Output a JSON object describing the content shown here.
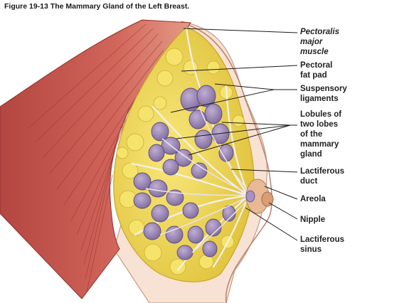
{
  "figure": {
    "title": "Figure 19-13  The Mammary Gland of the Left Breast."
  },
  "labels": {
    "pectoralis": [
      "Pectoralis",
      "major",
      "muscle"
    ],
    "fat_pad": [
      "Pectoral",
      "fat pad"
    ],
    "suspensory": [
      "Suspensory",
      "ligaments"
    ],
    "lobules": [
      "Lobules of",
      "two lobes",
      "of the",
      "mammary",
      "gland"
    ],
    "lactiferous_duct": [
      "Lactiferous",
      "duct"
    ],
    "areola": [
      "Areola"
    ],
    "nipple": [
      "Nipple"
    ],
    "lactiferous_sinus": [
      "Lactiferous",
      "sinus"
    ]
  },
  "colors": {
    "muscle": "#c8574f",
    "muscle_light": "#e08f7c",
    "fat": "#f0dc5a",
    "fat_dark": "#d7b93a",
    "lobule": "#9b86b3",
    "lobule_dark": "#6f5b8f",
    "skin": "#f6d8c6",
    "areola": "#e2b08e",
    "leader": "#1a1a1a"
  }
}
